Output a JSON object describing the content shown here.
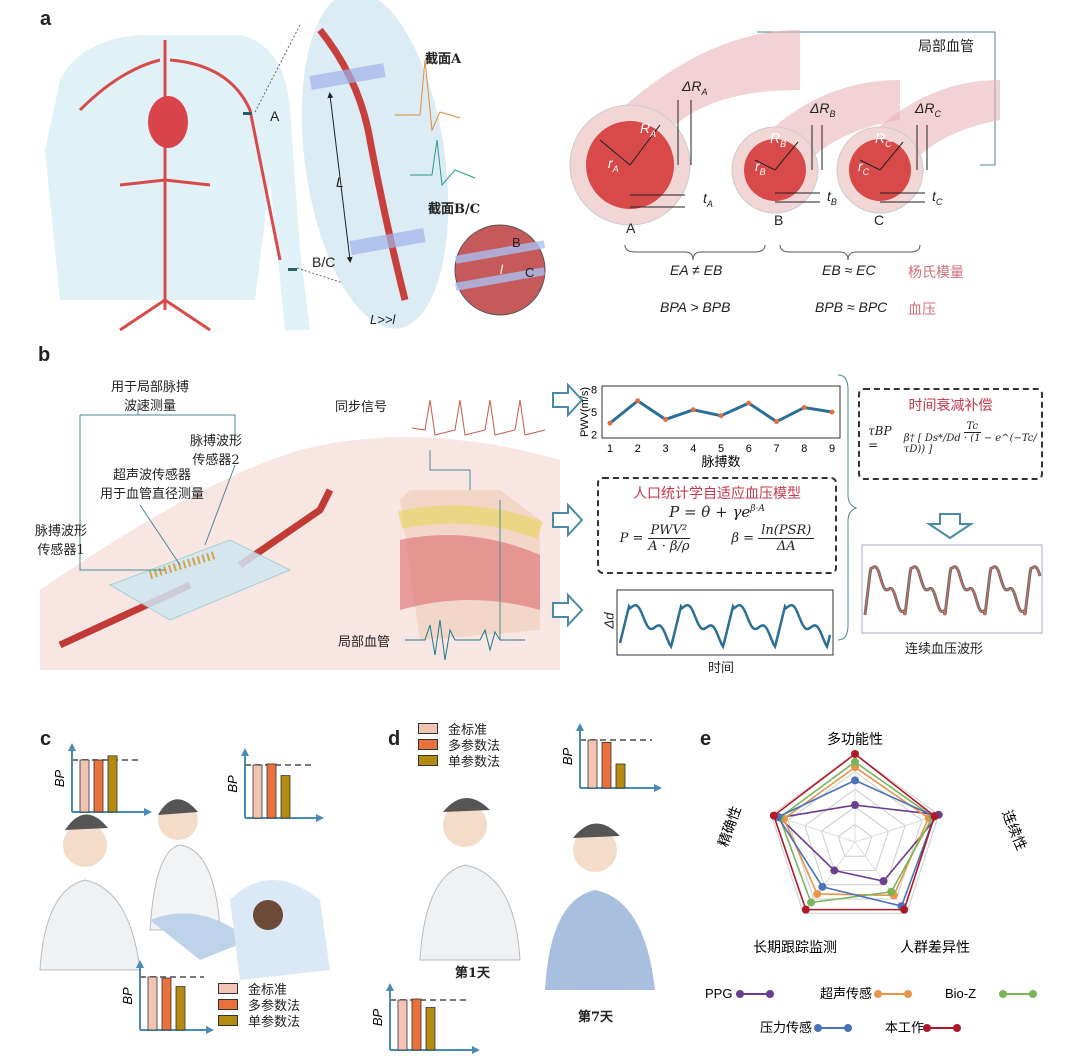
{
  "panels": {
    "a": "a",
    "b": "b",
    "c": "c",
    "d": "d",
    "e": "e"
  },
  "a": {
    "site_a": "A",
    "site_bc": "B/C",
    "length_L": "L",
    "length_rel": "L>>l",
    "inset_l": "l",
    "inset_b": "B",
    "inset_c": "C",
    "section_a": "截面A",
    "section_bc": "截面B/C",
    "local_vessel": "局部血管",
    "vessels": [
      {
        "name": "A",
        "dR": "ΔR",
        "R": "R",
        "r": "r",
        "t": "t",
        "sub": "A"
      },
      {
        "name": "B",
        "dR": "ΔR",
        "R": "R",
        "r": "r",
        "t": "t",
        "sub": "B"
      },
      {
        "name": "C",
        "dR": "ΔR",
        "R": "R",
        "r": "r",
        "t": "t",
        "sub": "C"
      }
    ],
    "eq_modulus_ab": "EA ≠ EB",
    "eq_modulus_bc": "EB ≈ EC",
    "modulus_label": "杨氏模量",
    "eq_bp_ab": "BPA > BPB",
    "eq_bp_bc": "BPB ≈ BPC",
    "bp_label": "血压"
  },
  "b": {
    "pwv_note_1": "用于局部脉搏",
    "pwv_note_2": "波速测量",
    "sensor2_1": "脉搏波形",
    "sensor2_2": "传感器2",
    "us_1": "超声波传感器",
    "us_2": "用于血管直径测量",
    "sensor1_1": "脉搏波形",
    "sensor1_2": "传感器1",
    "sync_signal": "同步信号",
    "local_vessel": "局部血管",
    "model_title": "人口统计学自适应血压模型",
    "model_eq_top": "P = θ + γe",
    "model_eq_top_sup": "β·A",
    "model_eq_left_lhs": "P =",
    "model_eq_left_num": "PWV²",
    "model_eq_left_den": "A · β/ρ",
    "model_eq_right_lhs": "β =",
    "model_eq_right_num": "ln(PSR)",
    "model_eq_right_den": "ΔA",
    "comp_title": "时间衰减补偿",
    "comp_lhs": "τBP =",
    "comp_num": "Tc",
    "comp_den": "β† [ Ds*/Dd · (1 − e^(−Tc/τD)) ]",
    "dd_label": "Δd",
    "time_label": "时间",
    "waveform_label": "连续血压波形"
  },
  "chart_data": [
    {
      "type": "line",
      "name": "pwv",
      "xlabel": "脉搏数",
      "ylabel": "PWV(m/s)",
      "x": [
        1,
        2,
        3,
        4,
        5,
        6,
        7,
        8,
        9
      ],
      "values": [
        3.5,
        6.5,
        4.0,
        5.3,
        4.5,
        6.2,
        3.7,
        5.6,
        5.0
      ],
      "yticks": [
        2,
        5,
        8
      ],
      "ylim": [
        1.5,
        8.5
      ],
      "color": "#2a6f97"
    },
    {
      "type": "bar",
      "name": "bp-scenarios",
      "ylabel": "BP",
      "legend": [
        "金标准",
        "多参数法",
        "单参数法"
      ],
      "colors": [
        "#f2c4b4",
        "#e8713c",
        "#b38b12"
      ],
      "charts": [
        {
          "id": "c-talk",
          "values": [
            1.0,
            1.0,
            1.08
          ]
        },
        {
          "id": "c-read",
          "values": [
            1.0,
            1.02,
            0.8
          ]
        },
        {
          "id": "c-sleep",
          "values": [
            1.0,
            0.98,
            0.82
          ]
        },
        {
          "id": "d-day7",
          "values": [
            1.0,
            0.95,
            0.5
          ]
        },
        {
          "id": "d-day1",
          "values": [
            1.0,
            1.02,
            0.85
          ]
        }
      ],
      "reference": 1.0
    },
    {
      "type": "radar",
      "name": "comparison",
      "axes": [
        "多功能性",
        "连续性",
        "人群差异性",
        "长期跟踪监测",
        "精确性"
      ],
      "rlim": [
        0,
        1
      ],
      "rings": 5,
      "series": [
        {
          "name": "PPG",
          "color": "#6a3d8f",
          "values": [
            0.42,
            1.0,
            0.55,
            0.4,
            0.9
          ]
        },
        {
          "name": "超声传感",
          "color": "#e8954a",
          "values": [
            0.85,
            0.88,
            0.75,
            0.73,
            0.85
          ]
        },
        {
          "name": "Bio-Z",
          "color": "#7ab55c",
          "values": [
            0.91,
            0.93,
            0.7,
            0.85,
            0.9
          ]
        },
        {
          "name": "压力传感",
          "color": "#4a72b8",
          "values": [
            0.7,
            0.95,
            0.9,
            0.63,
            0.92
          ]
        },
        {
          "name": "本工作",
          "color": "#b0182a",
          "values": [
            1.0,
            0.95,
            0.95,
            0.95,
            0.97
          ]
        }
      ]
    }
  ],
  "d": {
    "day1": "第1天",
    "day7": "第7天"
  }
}
